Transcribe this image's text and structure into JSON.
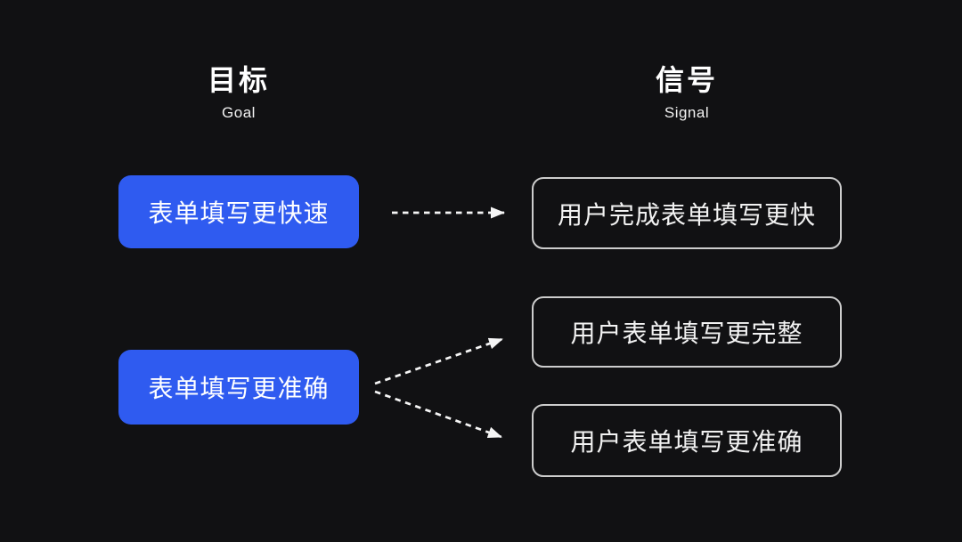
{
  "columns": {
    "goal": {
      "title_zh": "目标",
      "title_en": "Goal"
    },
    "signal": {
      "title_zh": "信号",
      "title_en": "Signal"
    }
  },
  "goals": [
    {
      "id": "goal-faster",
      "label": "表单填写更快速"
    },
    {
      "id": "goal-accurate",
      "label": "表单填写更准确"
    }
  ],
  "signals": [
    {
      "id": "signal-complete-faster",
      "label": "用户完成表单填写更快"
    },
    {
      "id": "signal-more-complete",
      "label": "用户表单填写更完整"
    },
    {
      "id": "signal-more-accurate",
      "label": "用户表单填写更准确"
    }
  ],
  "connections": [
    {
      "from": "表单填写更快速",
      "to": "用户完成表单填写更快"
    },
    {
      "from": "表单填写更准确",
      "to": "用户表单填写更完整"
    },
    {
      "from": "表单填写更准确",
      "to": "用户表单填写更准确"
    }
  ],
  "colors": {
    "background": "#111113",
    "goal_box_bg": "#2f5bf0",
    "goal_box_text": "#ffffff",
    "signal_box_border": "#cdcdcd",
    "signal_box_text": "#f2f2f2",
    "header_text": "#ffffff",
    "arrow": "#f5f5f5"
  }
}
